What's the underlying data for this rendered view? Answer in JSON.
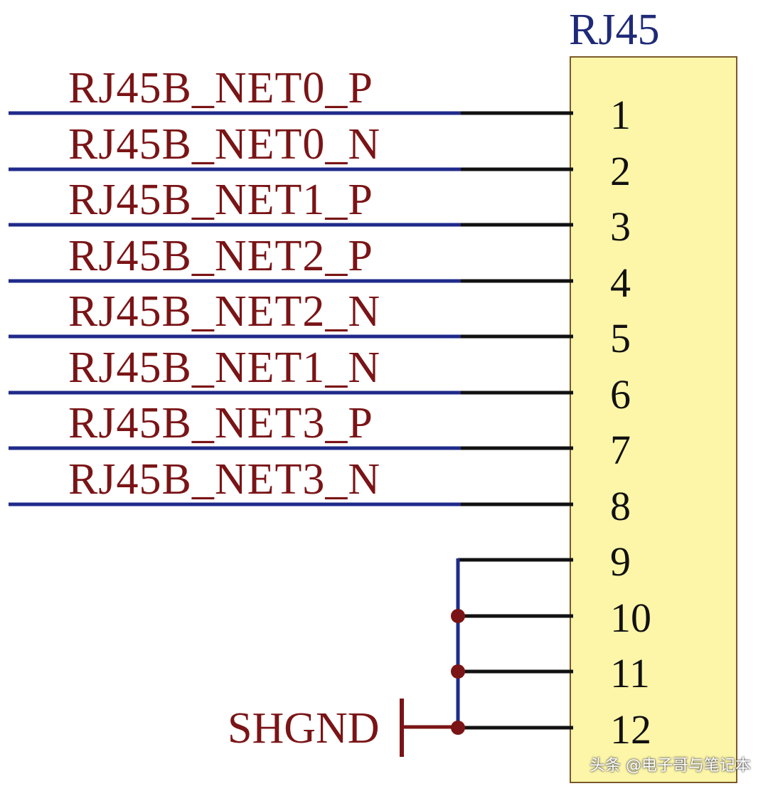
{
  "component": {
    "designator": "RJ45",
    "body_color": "#fdf6a8",
    "outline_color": "#7a5a2a"
  },
  "nets": [
    {
      "label": "RJ45B_NET0_P",
      "pin": "1"
    },
    {
      "label": "RJ45B_NET0_N",
      "pin": "2"
    },
    {
      "label": "RJ45B_NET1_P",
      "pin": "3"
    },
    {
      "label": "RJ45B_NET2_P",
      "pin": "4"
    },
    {
      "label": "RJ45B_NET2_N",
      "pin": "5"
    },
    {
      "label": "RJ45B_NET1_N",
      "pin": "6"
    },
    {
      "label": "RJ45B_NET3_P",
      "pin": "7"
    },
    {
      "label": "RJ45B_NET3_N",
      "pin": "8"
    }
  ],
  "shield_pins": [
    "9",
    "10",
    "11",
    "12"
  ],
  "ground": {
    "label": "SHGND"
  },
  "colors": {
    "wire": "#1f2a8a",
    "pin_line": "#111111",
    "label_text": "#7a1416",
    "junction": "#7a1416",
    "designator_text": "#1f2a78"
  },
  "watermark": {
    "text": "头条 @电子哥与笔记本"
  }
}
